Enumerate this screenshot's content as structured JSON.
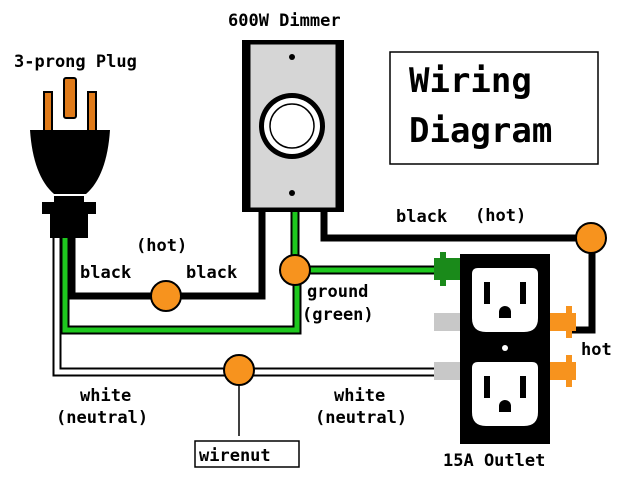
{
  "title": {
    "line1": "Wiring",
    "line2": "Diagram"
  },
  "labels": {
    "plug": "3-prong Plug",
    "dimmer": "600W Dimmer",
    "black_left": "black",
    "hot_mid": "(hot)",
    "black_mid": "black",
    "black_hot_top": "black",
    "hot_top": "(hot)",
    "ground": "ground",
    "green": "(green)",
    "hot_right": "hot",
    "white_left": "white",
    "neutral_left": "(neutral)",
    "white_right": "white",
    "neutral_right": "(neutral)",
    "wirenut": "wirenut",
    "outlet": "15A Outlet"
  },
  "colors": {
    "hot_wire": "#000000",
    "ground_wire": "#1ec81e",
    "neutral_wire": "#ffffff",
    "wirenut": "#f7931e",
    "dimmer_plate": "#d6d6d6",
    "outlet_body": "#000000",
    "terminal_green": "#1a8a1a",
    "terminal_silver": "#c8c8c8",
    "terminal_brass": "#f7931e",
    "plug_prong": "#e07b1a"
  },
  "icons": [
    "plug-icon",
    "dimmer-switch-icon",
    "outlet-icon",
    "wirenut-icon"
  ]
}
